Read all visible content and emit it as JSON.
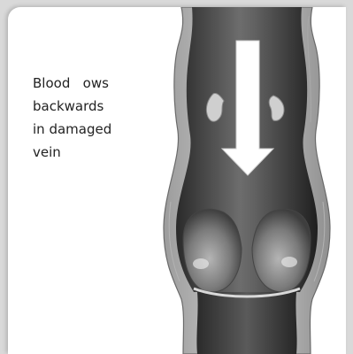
{
  "caption": {
    "line1": "Blood   ows",
    "line2": "backwards",
    "line3": "in damaged",
    "line4": "vein"
  },
  "colors": {
    "background": "#d9d9d9",
    "panel": "#ffffff",
    "vein_wall": "#8a8a8a",
    "vein_inner": "#3c3c3c",
    "arrow": "#ffffff",
    "text": "#222222"
  },
  "icons": {
    "flow_arrow": "down-arrow"
  }
}
